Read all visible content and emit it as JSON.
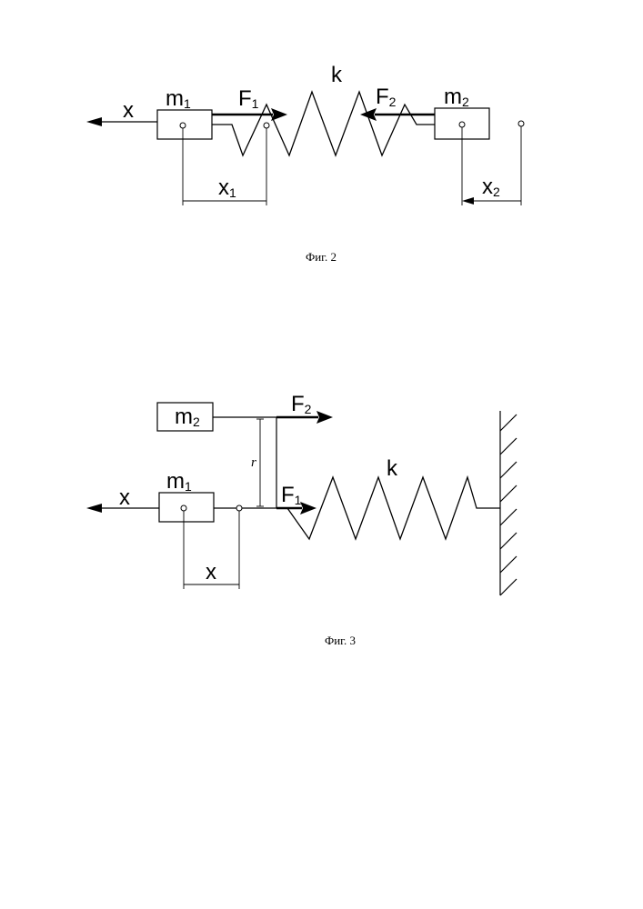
{
  "fig2": {
    "caption": "Фиг. 2",
    "spring_label": "k",
    "axis_label": "x",
    "mass1": {
      "main": "m",
      "sub": "1"
    },
    "mass2": {
      "main": "m",
      "sub": "2"
    },
    "force1": {
      "main": "F",
      "sub": "1"
    },
    "force2": {
      "main": "F",
      "sub": "2"
    },
    "disp1": {
      "main": "x",
      "sub": "1"
    },
    "disp2": {
      "main": "x",
      "sub": "2"
    }
  },
  "fig3": {
    "caption": "Фиг. 3",
    "spring_label": "k",
    "axis_label": "x",
    "mass1": {
      "main": "m",
      "sub": "1"
    },
    "mass2": {
      "main": "m",
      "sub": "2"
    },
    "force1": {
      "main": "F",
      "sub": "1"
    },
    "force2": {
      "main": "F",
      "sub": "2"
    },
    "lever_label": "r",
    "disp": "x"
  }
}
